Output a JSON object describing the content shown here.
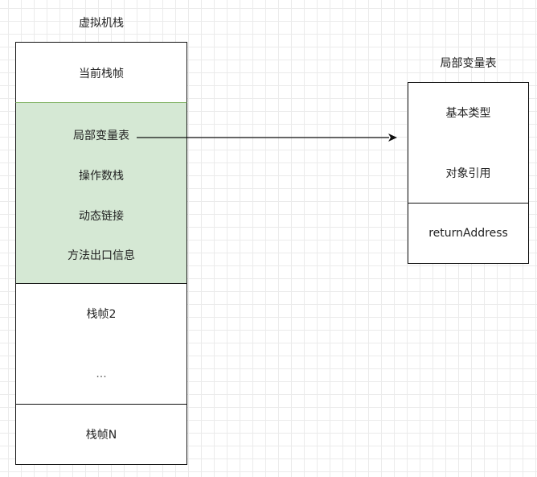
{
  "jvm_stack": {
    "title": "虚拟机栈",
    "current_frame": "当前栈帧",
    "frame_contents": [
      "局部变量表",
      "操作数栈",
      "动态链接",
      "方法出口信息"
    ],
    "frame2": "栈帧2",
    "ellipsis": "...",
    "frameN": "栈帧N"
  },
  "local_var_table": {
    "title": "局部变量表",
    "items": [
      "基本类型",
      "对象引用",
      "returnAddress"
    ]
  },
  "colors": {
    "frame_fill": "#d5e8d4",
    "frame_border": "#82b366",
    "stroke": "#111111"
  }
}
